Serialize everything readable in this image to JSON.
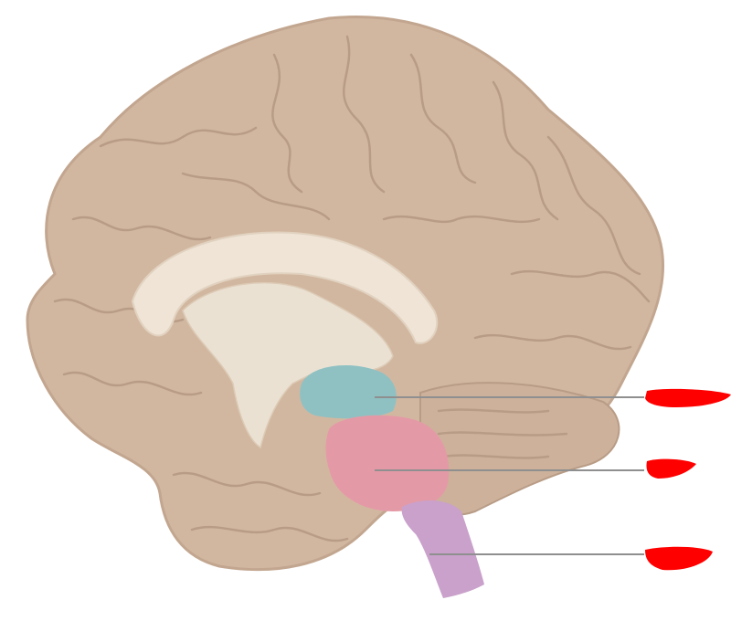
{
  "figure": {
    "structures": [
      {
        "id": "midbrain",
        "color": "#8fc1c3"
      },
      {
        "id": "pons",
        "color": "#e49aa6"
      },
      {
        "id": "medulla",
        "color": "#c9a1cb"
      }
    ],
    "colors": {
      "cortex": "#d2b7a0",
      "gyrus_line": "#b89c86",
      "corpus_callosum": "#efe4d6",
      "thalamus": "#ebe1d3",
      "leader_line": "#8f8f8f",
      "redaction": "#ff0000"
    },
    "labels": [
      {
        "target": "midbrain",
        "text": ""
      },
      {
        "target": "pons",
        "text": ""
      },
      {
        "target": "medulla",
        "text": ""
      }
    ]
  }
}
